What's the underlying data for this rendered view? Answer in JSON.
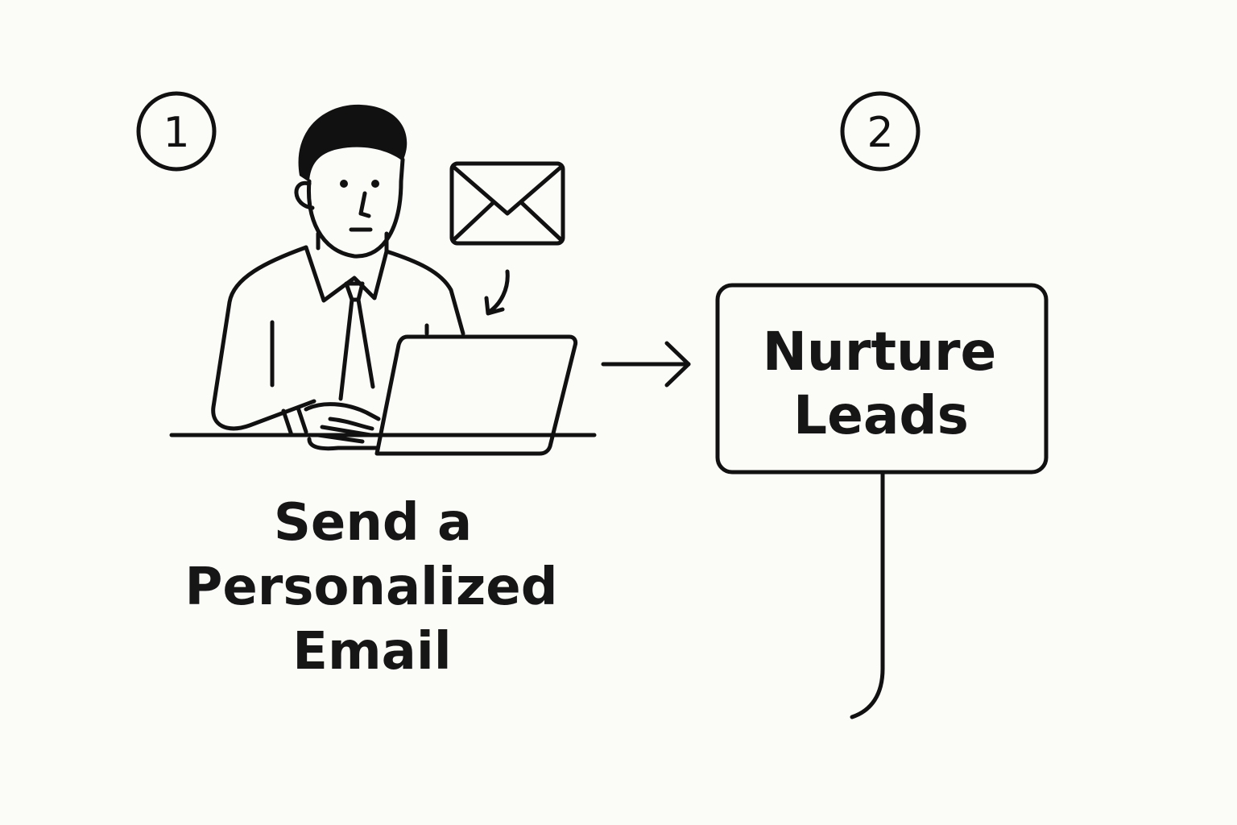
{
  "step1": {
    "number": "1",
    "caption_lines": [
      "Send a",
      "Personalized",
      "Email"
    ]
  },
  "step2": {
    "number": "2",
    "box_lines": [
      "Nurture",
      "Leads"
    ]
  },
  "icons": [
    "person-at-laptop-icon",
    "envelope-icon",
    "curved-arrow-icon",
    "right-arrow-icon",
    "connector-line"
  ],
  "colors": {
    "background": "#fbfbf7",
    "ink": "#111111"
  }
}
